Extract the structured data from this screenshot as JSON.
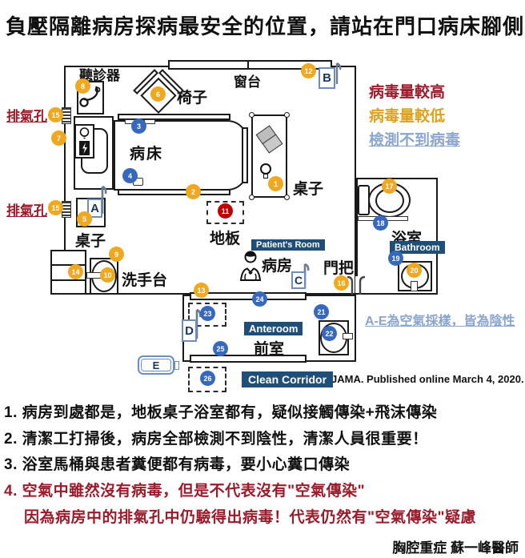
{
  "title": "負壓隔離病房探病最安全的位置，請站在門口病床腳側！",
  "legend": {
    "high": "病毒量較高",
    "low": "病毒量較低",
    "none": "檢測不到病毒",
    "air_note": "A-E為空氣採樣，皆為陰性"
  },
  "source": "JAMA. Published online March 4, 2020.",
  "footer": "胸腔重症 蘇一峰醫師",
  "labels": {
    "stethoscope": "聽診器",
    "windowsill": "窗台",
    "chair": "椅子",
    "bed": "病床",
    "table_right": "桌子",
    "exhaust_vent_top": "排氣孔",
    "exhaust_vent_bottom": "排氣孔",
    "table_left": "桌子",
    "sink": "洗手台",
    "floor": "地板",
    "patient_room_en": "Patient's Room",
    "patient_room_zh": "病房",
    "door_handle": "門把",
    "bathroom_zh": "浴室",
    "bathroom_en": "Bathroom",
    "anteroom_en": "Anteroom",
    "anteroom_zh": "前室",
    "clean_corridor": "Clean Corridor"
  },
  "markers": {
    "m1": "1",
    "m2": "2",
    "m3": "3",
    "m4": "4",
    "m5": "5",
    "m6": "6",
    "m7": "7",
    "m8": "8",
    "m9": "9",
    "m10": "10",
    "m11": "11",
    "m12": "12",
    "m13": "13",
    "m14": "14",
    "m15a": "15",
    "m15b": "15",
    "m16": "16",
    "m17": "17",
    "m18": "18",
    "m19": "19",
    "m20": "20",
    "m21": "21",
    "m22": "22",
    "m23": "23",
    "m24": "24",
    "m25": "25",
    "m26": "26"
  },
  "samples": {
    "red_high_viral_load": [
      "11"
    ],
    "yellow_lower_viral_load": [
      "1",
      "2",
      "5",
      "6",
      "7",
      "8",
      "9",
      "10",
      "12",
      "13",
      "14",
      "15",
      "15",
      "16",
      "17",
      "20"
    ],
    "blue_not_detected": [
      "3",
      "4",
      "18",
      "19",
      "21",
      "22",
      "23",
      "24",
      "25",
      "26"
    ],
    "air_samplers_all_negative": [
      "A",
      "B",
      "C",
      "D",
      "E"
    ]
  },
  "air_samplers": {
    "a": "A",
    "b": "B",
    "c": "C",
    "d": "D",
    "e": "E"
  },
  "notes": [
    "1. 病房到處都是，地板桌子浴室都有，疑似接觸傳染+飛沫傳染",
    "2. 清潔工打掃後，病房全部檢測不到陰性，清潔人員很重要！",
    "3. 浴室馬桶與患者糞便都有病毒，要小心糞口傳染",
    "4. 空氣中雖然沒有病毒，但是不代表沒有\"空氣傳染\"",
    "因為病房中的排氣孔中仍驗得出病毒！代表仍然有\"空氣傳染\"疑慮"
  ],
  "colors": {
    "high_red_text": "#9b1b2b",
    "low_yellow_text": "#dda11c",
    "none_blue_text": "#8aa5ce",
    "marker_yellow": "#efa820",
    "marker_blue": "#3668be",
    "marker_red": "#c00000",
    "badge_navy": "#1f4e79"
  }
}
